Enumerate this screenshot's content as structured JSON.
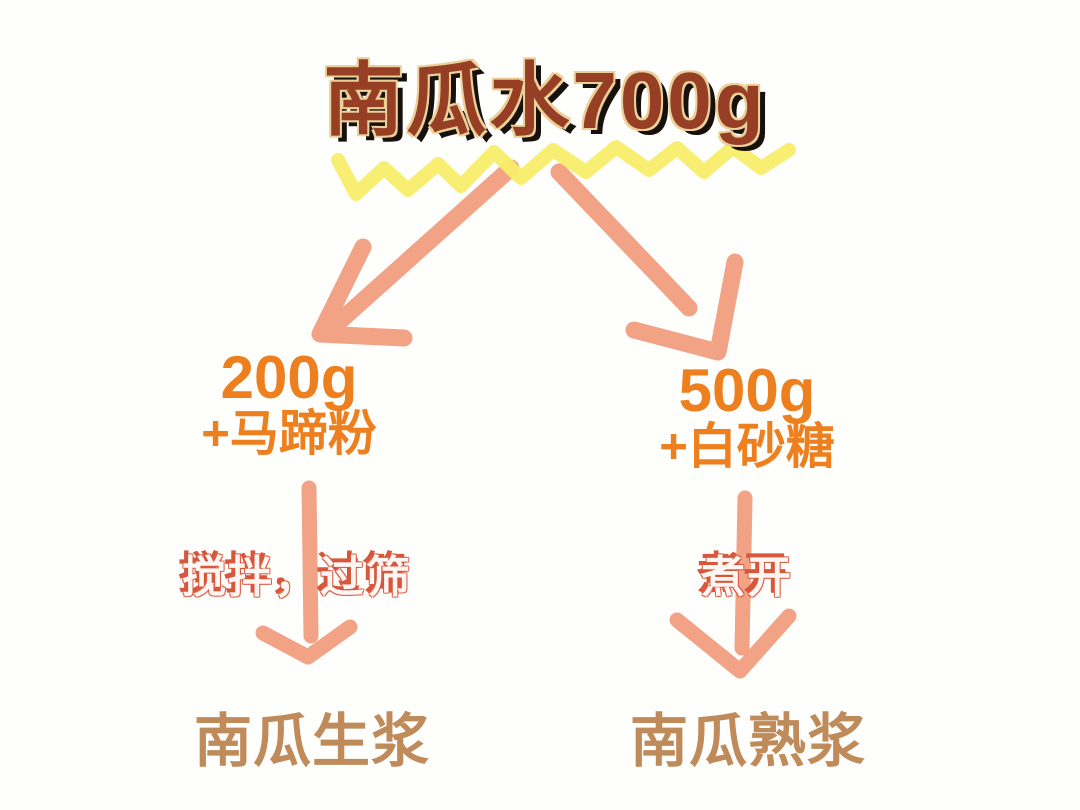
{
  "title": "南瓜水700g",
  "branches": [
    {
      "amount": "200g",
      "ingredient": "+马蹄粉",
      "step": "搅拌，过筛",
      "result": "南瓜生浆"
    },
    {
      "amount": "500g",
      "ingredient": "+白砂糖",
      "step": "煮开",
      "result": "南瓜熟浆"
    }
  ],
  "colors": {
    "title_fill": "#963f24",
    "title_outline": "#ecd09a",
    "title_shadow": "#18100b",
    "branch_orange": "#ee7f1e",
    "arrow_salmon": "#f2a285",
    "wave_yellow": "#f8ee6a",
    "step_outline_coral": "#d8573c",
    "result_tan": "#bf8b5a"
  }
}
